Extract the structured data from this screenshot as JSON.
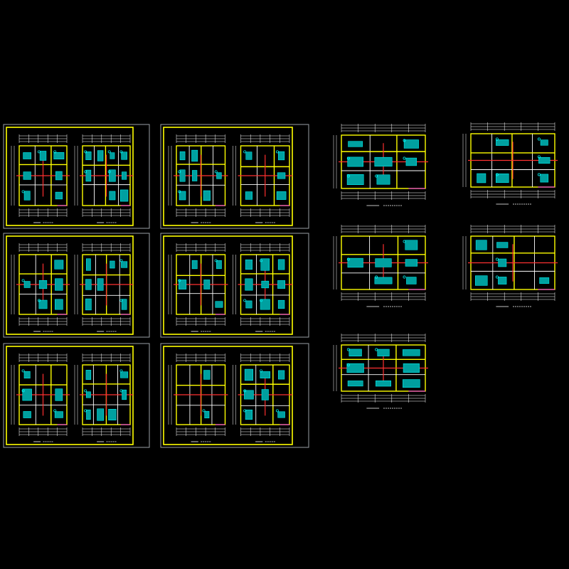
{
  "drawing": {
    "background": "#000000",
    "colors": {
      "frame": "#9aa0a6",
      "border": "#ffff00",
      "wall_primary": "#ffff00",
      "wall_secondary": "#ffffff",
      "axis_red": "#ff3030",
      "accent_magenta": "#ff33ff",
      "furniture_fill": "#00a0a0",
      "furniture_stroke": "#00ffff"
    },
    "sheets_count": 6,
    "large_plans_count": 5,
    "plans_per_sheet": 2
  }
}
